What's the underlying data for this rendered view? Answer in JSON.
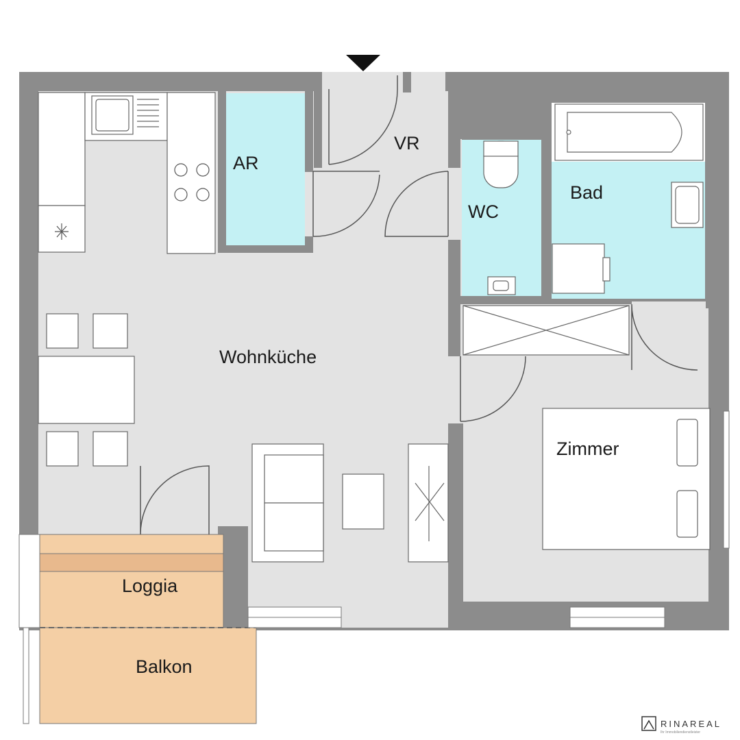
{
  "plan": {
    "rooms": {
      "ar": "AR",
      "vr": "VR",
      "wc": "WC",
      "bad": "Bad",
      "wohnkueche": "Wohnküche",
      "zimmer": "Zimmer",
      "loggia": "Loggia",
      "balkon": "Balkon"
    },
    "logo": {
      "name": "RINAREAL",
      "tagline": "Ihr Immobiliendienstleister"
    },
    "colors": {
      "wall": "#8c8c8c",
      "floor": "#e3e3e3",
      "wet_room": "#c4f1f4",
      "balcony": "#f4cfa5",
      "furniture": "#ffffff",
      "outline": "#555555"
    },
    "icons": [
      "entrance-arrow-icon",
      "rinareal-logo-icon"
    ]
  }
}
